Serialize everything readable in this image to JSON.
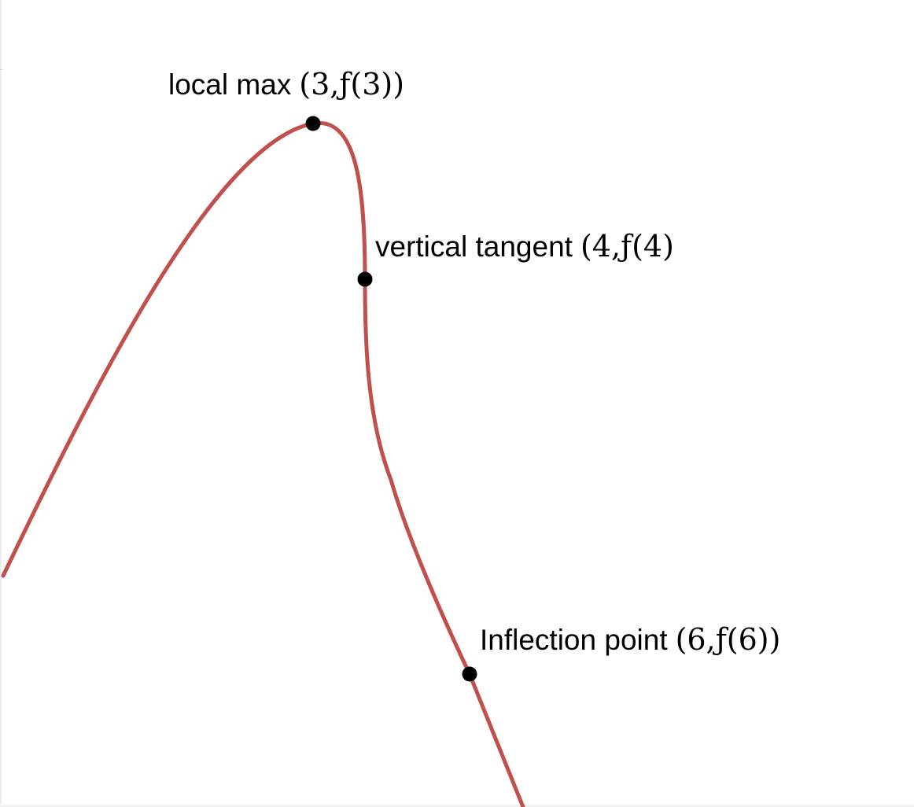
{
  "curve": {
    "color": "#c0504d"
  },
  "points": [
    {
      "id": "local-max",
      "label": "local max",
      "coords": "(3,ƒ(3))"
    },
    {
      "id": "vertical-tangent",
      "label": "vertical tangent",
      "coords": "(4,ƒ(4)"
    },
    {
      "id": "inflection",
      "label": "Inflection point",
      "coords": "(6,ƒ(6))"
    }
  ],
  "point_color": "#000000"
}
